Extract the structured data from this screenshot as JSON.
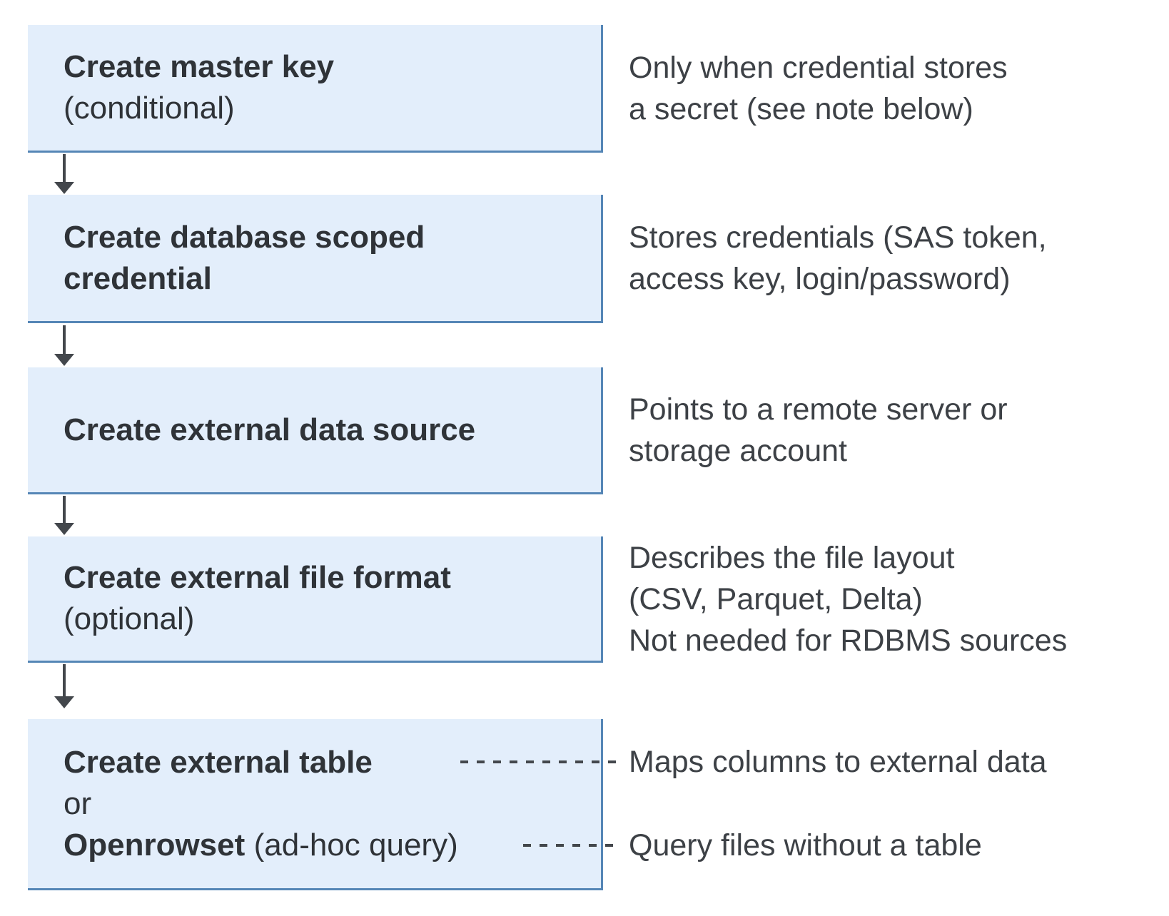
{
  "colors": {
    "box_fill": "#e3eefb",
    "box_border": "#5586b6",
    "arrow": "#43474c",
    "heading_text": "#2f3338",
    "annotation_text": "#3d4146"
  },
  "steps": [
    {
      "title": "Create master key",
      "note": "(conditional)"
    },
    {
      "title": "Create database scoped\ncredential"
    },
    {
      "title": "Create external data source"
    },
    {
      "title": "Create external file format",
      "note": "(optional)"
    },
    {
      "title": "Create external table",
      "or_label": "or",
      "alt_title": "Openrowset",
      "alt_note": "(ad-hoc query)"
    }
  ],
  "annotations": [
    {
      "text": "Only when credential stores\na secret (see note below)"
    },
    {
      "text": "Stores credentials (SAS token,\naccess key, login/password)"
    },
    {
      "text": "Points to a remote server or\nstorage account"
    },
    {
      "text": "Describes the file layout\n(CSV, Parquet, Delta)\nNot needed for RDBMS sources"
    },
    {
      "text": "Maps columns to external data"
    },
    {
      "text": "Query files without a table"
    }
  ]
}
